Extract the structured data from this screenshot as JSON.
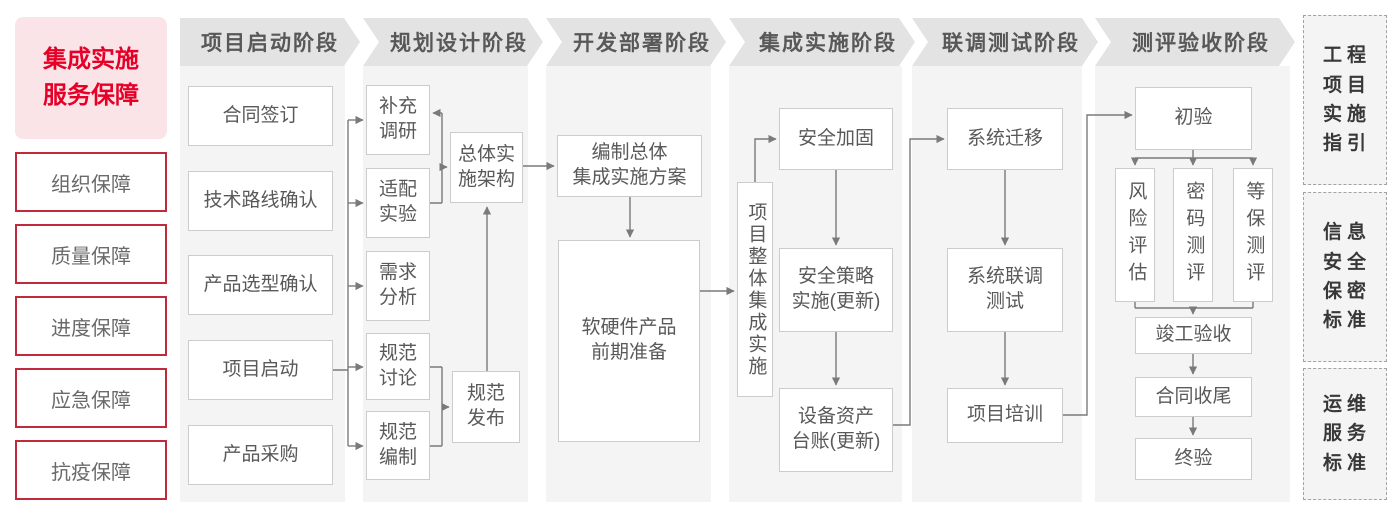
{
  "palette": {
    "accent_red": "#e60027",
    "pink_bg": "#fbe4e8",
    "red_border": "#c12a3a",
    "header_bg": "#e4e3e3",
    "header_text": "#585858",
    "panel_bg": "#f5f4f4",
    "box_border": "#cccccc",
    "box_text": "#595959",
    "line_color": "#7a7a7a",
    "sidebar_text": "#383838",
    "dash_border": "#a3a3a3"
  },
  "left_sidebar": {
    "title": "集成实施\n服务保障",
    "items": [
      "组织保障",
      "质量保障",
      "进度保障",
      "应急保障",
      "抗疫保障"
    ]
  },
  "phases": [
    {
      "header": "项目启动阶段",
      "boxes": [
        "合同签订",
        "技术路线确认",
        "产品选型确认",
        "项目启动",
        "产品采购"
      ]
    },
    {
      "header": "规划设计阶段",
      "boxes": [
        "补充\n调研",
        "适配\n实验",
        "需求\n分析",
        "规范\n讨论",
        "规范\n编制",
        "总体实\n施架构",
        "规范\n发布"
      ]
    },
    {
      "header": "开发部署阶段",
      "boxes": [
        "编制总体\n集成实施方案",
        "软硬件产品\n前期准备"
      ]
    },
    {
      "header": "集成实施阶段",
      "boxes": [
        "项目整体集成实施",
        "安全加固",
        "安全策略\n实施(更新)",
        "设备资产\n台账(更新)"
      ]
    },
    {
      "header": "联调测试阶段",
      "boxes": [
        "系统迁移",
        "系统联调\n测试",
        "项目培训"
      ]
    },
    {
      "header": "测评验收阶段",
      "boxes": [
        "初验",
        "风险评估",
        "密码测评",
        "等保测评",
        "竣工验收",
        "合同收尾",
        "终验"
      ]
    }
  ],
  "right_sidebar": {
    "items": [
      "工程\n项目\n实施\n指引",
      "信息\n安全\n保密\n标准",
      "运维\n服务\n标准"
    ]
  }
}
